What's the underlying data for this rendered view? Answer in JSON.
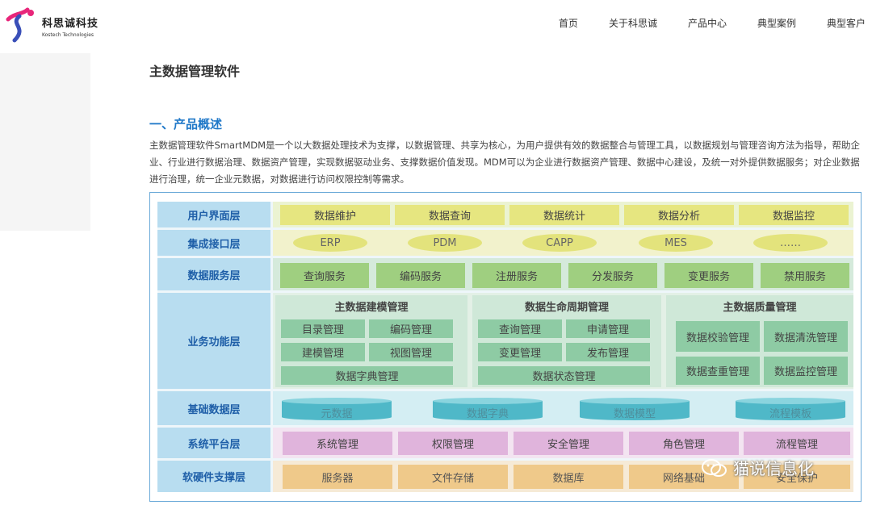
{
  "brand": {
    "name": "科思诚科技",
    "sub": "Kostech Technologies"
  },
  "nav": [
    "首页",
    "关于科思诚",
    "产品中心",
    "典型案例",
    "典型客户"
  ],
  "page_title": "主数据管理软件",
  "section_title": "一、产品概述",
  "paragraph": "主数据管理软件SmartMDM是一个以大数据处理技术为支撑，以数据管理、共享为核心，为用户提供有效的数据整合与管理工具，以数据规划与管理咨询方法为指导，帮助企业、行业进行数据治理、数据资产管理，实现数据驱动业务、支撑数据价值发现。MDM可以为企业进行数据资产管理、数据中心建设，及统一对外提供数据服务；对企业数据进行治理，统一企业元数据，对数据进行访问权限控制等需求。",
  "diagram": {
    "layers": [
      "用户界面层",
      "集成接口层",
      "数据服务层",
      "业务功能层",
      "基础数据层",
      "系统平台层",
      "软硬件支撑层"
    ],
    "ui_items": [
      "数据维护",
      "数据查询",
      "数据统计",
      "数据分析",
      "数据监控"
    ],
    "integration_items": [
      "ERP",
      "PDM",
      "CAPP",
      "MES",
      "……"
    ],
    "service_items": [
      "查询服务",
      "编码服务",
      "注册服务",
      "分发服务",
      "变更服务",
      "禁用服务"
    ],
    "groups": [
      {
        "title": "主数据建模管理",
        "items": [
          "目录管理",
          "编码管理",
          "建模管理",
          "视图管理",
          "数据字典管理"
        ]
      },
      {
        "title": "数据生命周期管理",
        "items": [
          "查询管理",
          "申请管理",
          "变更管理",
          "发布管理",
          "数据状态管理"
        ]
      },
      {
        "title": "主数据质量管理",
        "items": [
          "数据校验管理",
          "数据清洗管理",
          "数据查重管理",
          "数据监控管理"
        ]
      }
    ],
    "base_items": [
      "元数据",
      "数据字典",
      "数据模型",
      "流程模板"
    ],
    "platform_items": [
      "系统管理",
      "权限管理",
      "安全管理",
      "角色管理",
      "流程管理"
    ],
    "support_items": [
      "服务器",
      "文件存储",
      "数据库",
      "网络基础",
      "安全保护"
    ]
  },
  "watermark": "猫说信息化"
}
